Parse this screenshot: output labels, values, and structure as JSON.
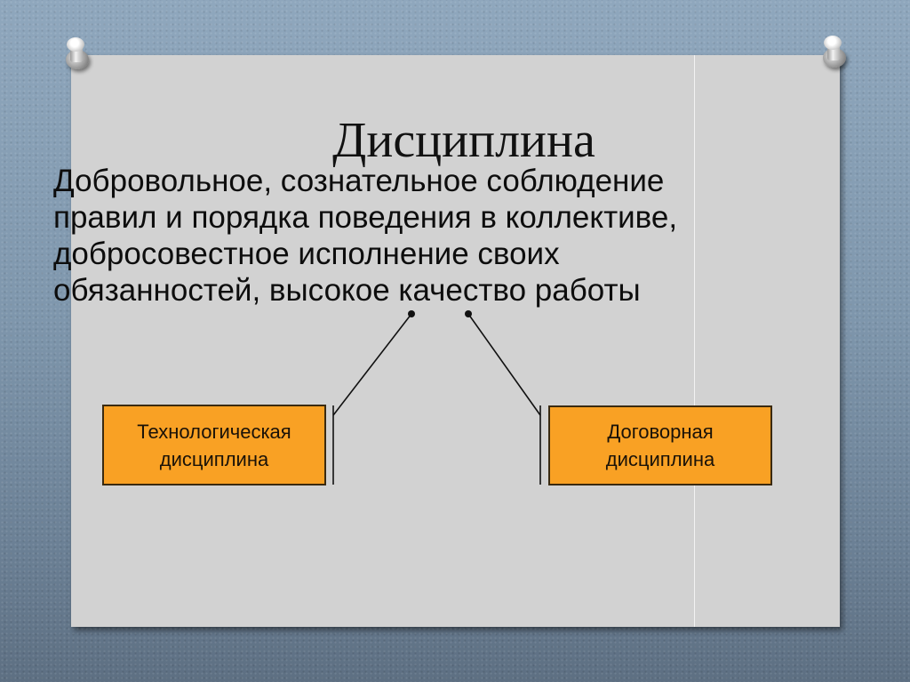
{
  "slide": {
    "title": "Дисциплина",
    "definition_lines": [
      "Добровольное, сознательное соблюдение",
      "правил и порядка поведения в коллективе,",
      "добросовестное исполнение своих",
      "обязанностей, высокое качество работы"
    ],
    "boxes": [
      {
        "line1": "Технологическая",
        "line2": "дисциплина"
      },
      {
        "line1": "Договорная",
        "line2": "дисциплина"
      }
    ],
    "colors": {
      "box_fill": "#f9a124",
      "panel": "#d2d2d2",
      "background": "#8198ae"
    }
  }
}
